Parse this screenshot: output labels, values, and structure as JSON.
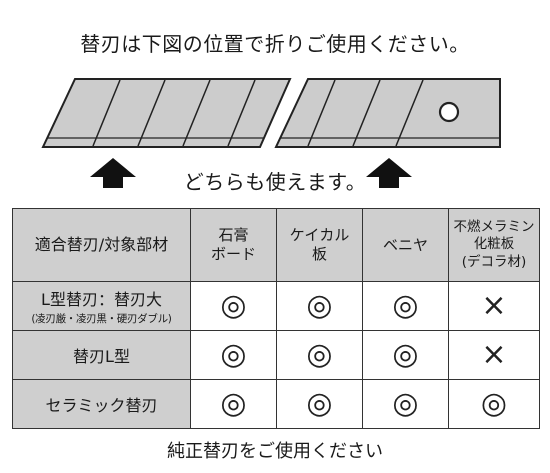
{
  "instruction": "替刃は下図の位置で折りご使用ください。",
  "both_usable": "どちらも使えます。",
  "table": {
    "corner": "適合替刃/対象部材",
    "columns": [
      {
        "lines": [
          "石膏",
          "ボード"
        ]
      },
      {
        "lines": [
          "ケイカル",
          "板"
        ]
      },
      {
        "lines": [
          "ベニヤ"
        ]
      },
      {
        "lines": [
          "不燃メラミン",
          "化粧板",
          "(デコラ材)"
        ]
      }
    ],
    "rows": [
      {
        "name": "L型替刃：替刃大",
        "sub": "(凌刃厳・凌刃黒・硬刃ダブル)",
        "marks": [
          "◎",
          "◎",
          "◎",
          "×"
        ]
      },
      {
        "name": "替刃L型",
        "sub": "",
        "marks": [
          "◎",
          "◎",
          "◎",
          "×"
        ]
      },
      {
        "name": "セラミック替刃",
        "sub": "",
        "marks": [
          "◎",
          "◎",
          "◎",
          "◎"
        ]
      }
    ]
  },
  "footer": "純正替刃をご使用ください"
}
